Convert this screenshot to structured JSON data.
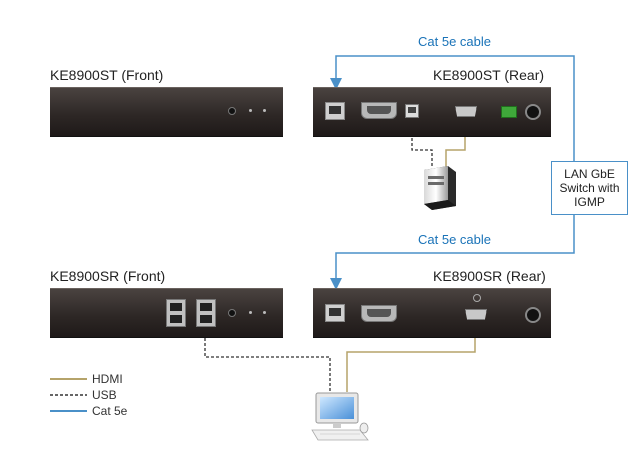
{
  "labels": {
    "st_front": "KE8900ST (Front)",
    "st_rear": "KE8900ST (Rear)",
    "sr_front": "KE8900SR (Front)",
    "sr_rear": "KE8900SR (Rear)"
  },
  "cables": {
    "top": "Cat 5e cable",
    "middle": "Cat 5e cable"
  },
  "switch": {
    "line1": "LAN GbE",
    "line2": "Switch with",
    "line3": "IGMP"
  },
  "legend": {
    "hdmi": "HDMI",
    "usb": "USB",
    "cat5e": "Cat 5e"
  },
  "colors": {
    "hdmi": "#b5a36a",
    "usb": "#333333",
    "cat5e": "#4a90c8"
  }
}
